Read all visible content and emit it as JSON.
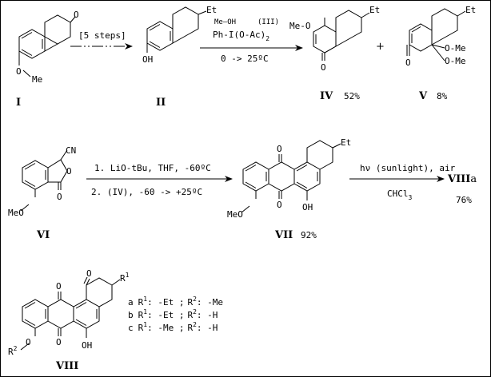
{
  "compounds": {
    "I": {
      "label": "I",
      "ketone": "O",
      "methoxy": "O",
      "me": "Me"
    },
    "II": {
      "label": "II",
      "et": "Et",
      "oh": "OH"
    },
    "IV": {
      "label": "IV",
      "yield": "52%",
      "meo": "Me-O",
      "et": "Et",
      "oxo": "O"
    },
    "V": {
      "label": "V",
      "yield": "8%",
      "et": "Et",
      "ome1": "O-Me",
      "ome2": "O-Me",
      "oxo": "O"
    },
    "VI": {
      "label": "VI",
      "cn": "CN",
      "o1": "O",
      "o2": "O",
      "meo": "MeO"
    },
    "VII": {
      "label": "VII",
      "yield": "92%",
      "et": "Et",
      "o1": "O",
      "o2": "O",
      "oh": "OH",
      "meo": "MeO"
    },
    "VIII": {
      "label": "VIII",
      "o1": "O",
      "o2": "O",
      "o3": "O",
      "oh": "OH",
      "r1": "R",
      "r1sup": "1",
      "r2": "R",
      "r2sup": "2",
      "o4": "O"
    }
  },
  "step1": {
    "above": "[5 steps]"
  },
  "step2": {
    "reagent1": "Me—OH",
    "reagent1_id": "(III)",
    "reagent2": "Ph-I(O-Ac)",
    "reagent2_sub": "2",
    "conditions": "0 -> 25ºC"
  },
  "plus": "+",
  "step3": {
    "line1": "1. LiO-tBu, THF, -60ºC",
    "line2": "2. (IV), -60 -> +25ºC"
  },
  "step4": {
    "above": "hν (sunlight), air",
    "below_main": "CHCl",
    "below_sub": "3",
    "product": "VIII",
    "product_suffix": "a",
    "yield": "76%"
  },
  "legend": {
    "a": {
      "key": "a",
      "r1": "R",
      "r1sup": "1",
      "r1val": ": -Et ;",
      "r2": "R",
      "r2sup": "2",
      "r2val": ": -Me"
    },
    "b": {
      "key": "b",
      "r1": "R",
      "r1sup": "1",
      "r1val": ": -Et ;",
      "r2": "R",
      "r2sup": "2",
      "r2val": ": -H"
    },
    "c": {
      "key": "c",
      "r1": "R",
      "r1sup": "1",
      "r1val": ": -Me ;",
      "r2": "R",
      "r2sup": "2",
      "r2val": ": -H"
    }
  }
}
